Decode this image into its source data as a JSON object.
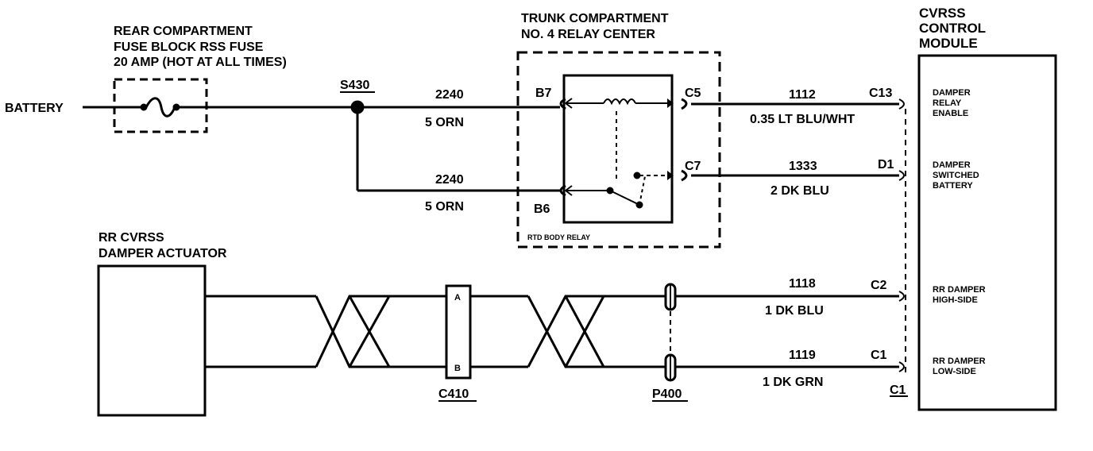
{
  "battery": "BATTERY",
  "fuse_block": {
    "line1": "REAR COMPARTMENT",
    "line2": "FUSE BLOCK RSS FUSE",
    "line3": "20 AMP (HOT AT ALL TIMES)"
  },
  "splice": "S430",
  "relay_center": {
    "line1": "TRUNK COMPARTMENT",
    "line2": "NO. 4 RELAY CENTER",
    "relay_name": "RTD BODY RELAY"
  },
  "terminals": {
    "b7": "B7",
    "b6": "B6",
    "c5": "C5",
    "c7": "C7",
    "c13": "C13",
    "d1": "D1",
    "c2": "C2",
    "c1": "C1",
    "c1_conn": "C1"
  },
  "wires": {
    "w_top_left_num": "2240",
    "w_top_left_color": "5 ORN",
    "w_bot_left_num": "2240",
    "w_bot_left_color": "5 ORN",
    "w_1112_num": "1112",
    "w_1112_color": "0.35 LT BLU/WHT",
    "w_1333_num": "1333",
    "w_1333_color": "2 DK BLU",
    "w_1118_num": "1118",
    "w_1118_color": "1 DK BLU",
    "w_1119_num": "1119",
    "w_1119_color": "1 DK GRN"
  },
  "module": {
    "line1": "CVRSS",
    "line2": "CONTROL",
    "line3": "MODULE",
    "pin_c13": [
      "DAMPER",
      "RELAY",
      "ENABLE"
    ],
    "pin_d1": [
      "DAMPER",
      "SWITCHED",
      "BATTERY"
    ],
    "pin_c2": [
      "RR DAMPER",
      "HIGH-SIDE"
    ],
    "pin_c1": [
      "RR DAMPER",
      "LOW-SIDE"
    ]
  },
  "actuator": {
    "line1": "RR CVRSS",
    "line2": "DAMPER ACTUATOR"
  },
  "connectors": {
    "c410": "C410",
    "c410_a": "A",
    "c410_b": "B",
    "p400": "P400"
  }
}
